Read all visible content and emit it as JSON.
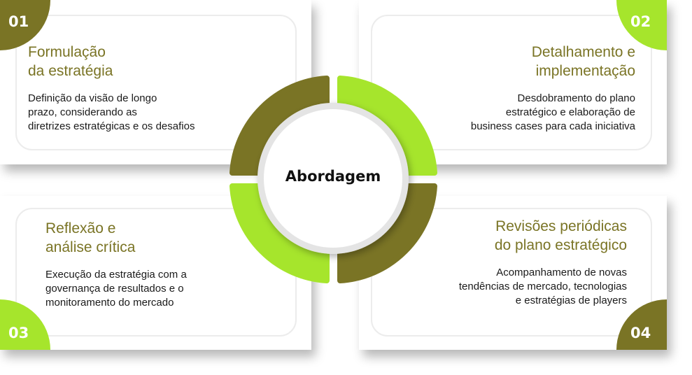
{
  "colors": {
    "olive": "#7a7425",
    "green": "#a6e52c"
  },
  "center": {
    "label": "Abordagem"
  },
  "steps": [
    {
      "number": "01",
      "title_line1": "Formulação",
      "title_line2": "da estratégia",
      "body": [
        "Definição da visão de longo",
        "prazo, considerando as",
        "diretrizes estratégicas e os desafios"
      ]
    },
    {
      "number": "02",
      "title_line1": "Detalhamento e",
      "title_line2": "implementação",
      "body": [
        "Desdobramento do plano",
        "estratégico e elaboração de",
        "business cases para cada iniciativa"
      ]
    },
    {
      "number": "03",
      "title_line1": "Reflexão e",
      "title_line2": "análise crítica",
      "body": [
        "Execução da estratégia com a",
        "governança de resultados e o",
        "monitoramento do mercado"
      ]
    },
    {
      "number": "04",
      "title_line1": "Revisões periódicas",
      "title_line2": "do plano estratégico",
      "body": [
        "Acompanhamento de novas",
        "tendências de mercado, tecnologias",
        "e estratégias de players"
      ]
    }
  ]
}
